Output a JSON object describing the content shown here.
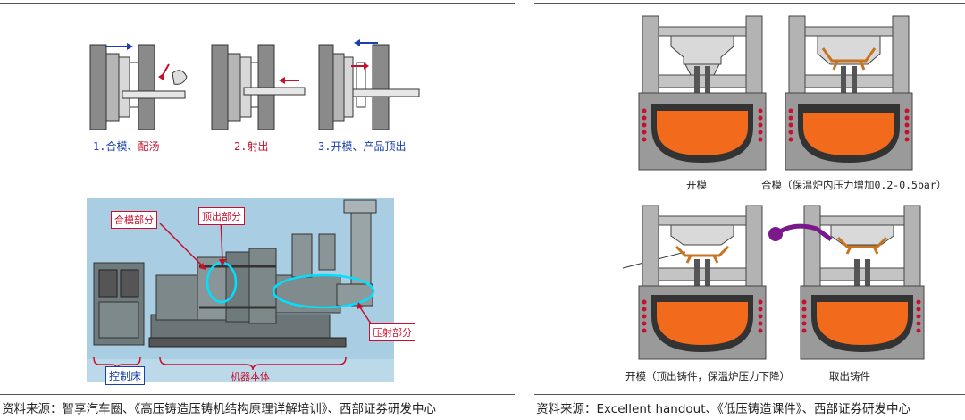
{
  "hpdc": {
    "steps": [
      {
        "num": "1.",
        "text1": "合模、",
        "text2": "配汤"
      },
      {
        "num": "2.",
        "text1": "射出",
        "text2": ""
      },
      {
        "num": "3.",
        "text1": "开模、产品顶出",
        "text2": ""
      }
    ],
    "machine": {
      "clamp": "合模部分",
      "eject": "顶出部分",
      "shot": "压射部分",
      "control": "控制床",
      "body": "机器本体"
    },
    "source": "资料来源：智享汽车圈、《高压铸造压铸机结构原理详解培训》、西部证券研发中心"
  },
  "lpdc": {
    "labels": {
      "open": "开模",
      "close": "合模（保温炉内压力增加0.2-0.5bar）",
      "eject": "开模（顶出铸件，保温炉压力下降）",
      "remove": "取出铸件"
    },
    "source": "资料来源：Excellent handout、《低压铸造课件》、西部证券研发中心"
  },
  "colors": {
    "molten": "#f26a1b",
    "casting": "#c8731f",
    "callout": "#c8102e",
    "blue": "#1a3fb0",
    "robot": "#7a1a8a",
    "machine_bg": "#a9cde2"
  }
}
